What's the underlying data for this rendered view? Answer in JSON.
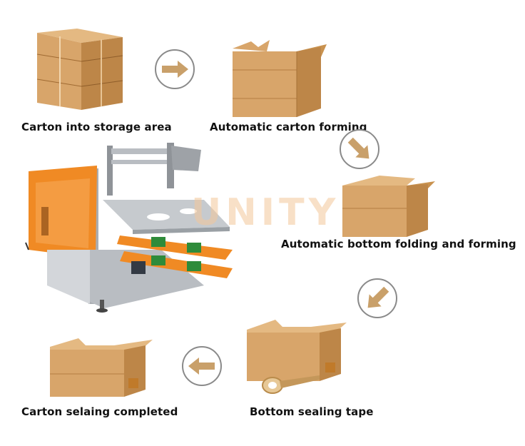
{
  "colors": {
    "carton": "#d8a56a",
    "carton_dark": "#bd8648",
    "carton_light": "#e4b982",
    "arrow": "#c9a06a",
    "circle": "#8a8a8a",
    "machine_orange": "#f08a24",
    "machine_grey": "#b9bdc2",
    "watermark": "#f4c89a"
  },
  "watermark": "UNITY",
  "steps": [
    {
      "label": "Carton into storage area",
      "icon": "stacked-cartons"
    },
    {
      "label": "Automatic carton forming",
      "icon": "open-carton"
    },
    {
      "label": "Automatic bottom folding and forming",
      "icon": "folded-carton"
    },
    {
      "label": "Bottom sealing tape",
      "icon": "taped-carton"
    },
    {
      "label": "Carton selaing completed",
      "icon": "sealed-carton"
    }
  ],
  "arrows": [
    {
      "direction": "right",
      "icon": "arrow-right-icon"
    },
    {
      "direction": "down-right",
      "icon": "arrow-down-right-icon"
    },
    {
      "direction": "down-left",
      "icon": "arrow-down-left-icon"
    },
    {
      "direction": "left",
      "icon": "arrow-left-icon"
    }
  ],
  "machine": {
    "icon": "carton-erector-machine"
  }
}
